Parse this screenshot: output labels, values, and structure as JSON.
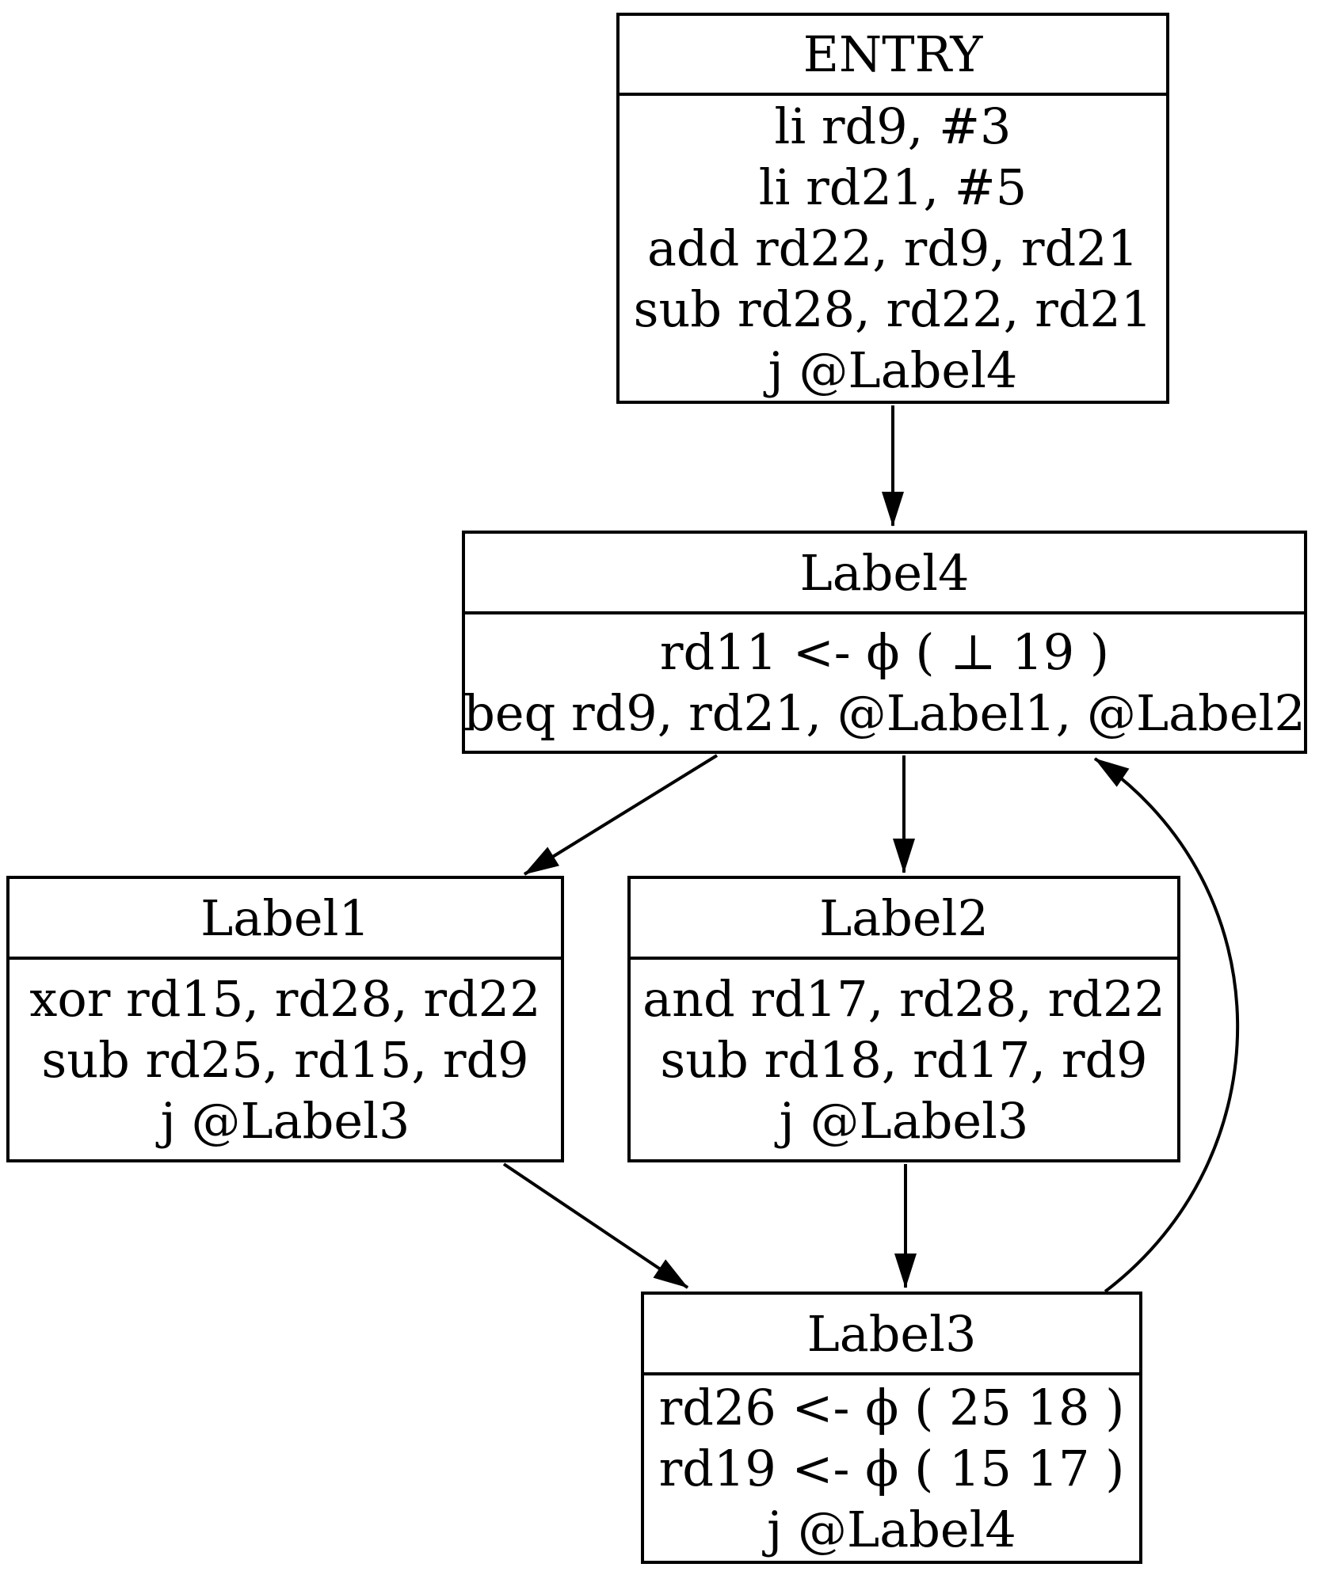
{
  "diagram": {
    "kind": "control-flow-graph",
    "nodes": [
      {
        "id": "entry",
        "title": "ENTRY",
        "instructions": [
          "li rd9, #3",
          "li rd21, #5",
          "add rd22, rd9, rd21",
          "sub rd28, rd22, rd21",
          "j @Label4"
        ]
      },
      {
        "id": "label4",
        "title": "Label4",
        "instructions": [
          "rd11 <- ϕ ( ⊥ 19 )",
          "beq rd9, rd21, @Label1, @Label2"
        ]
      },
      {
        "id": "label1",
        "title": "Label1",
        "instructions": [
          "xor rd15, rd28, rd22",
          "sub rd25, rd15, rd9",
          "j @Label3"
        ]
      },
      {
        "id": "label2",
        "title": "Label2",
        "instructions": [
          "and rd17, rd28, rd22",
          "sub rd18, rd17, rd9",
          "j @Label3"
        ]
      },
      {
        "id": "label3",
        "title": "Label3",
        "instructions": [
          "rd26 <- ϕ ( 25 18 )",
          "rd19 <- ϕ ( 15 17 )",
          "j @Label4"
        ]
      }
    ],
    "edges": [
      {
        "from": "ENTRY",
        "to": "Label4"
      },
      {
        "from": "Label4",
        "to": "Label1"
      },
      {
        "from": "Label4",
        "to": "Label2"
      },
      {
        "from": "Label1",
        "to": "Label3"
      },
      {
        "from": "Label2",
        "to": "Label3"
      },
      {
        "from": "Label3",
        "to": "Label4"
      }
    ],
    "colors": {
      "background": "#ffffff",
      "node_fill": "#ffffff",
      "border": "#000000",
      "text": "#000000",
      "edge": "#000000"
    }
  }
}
